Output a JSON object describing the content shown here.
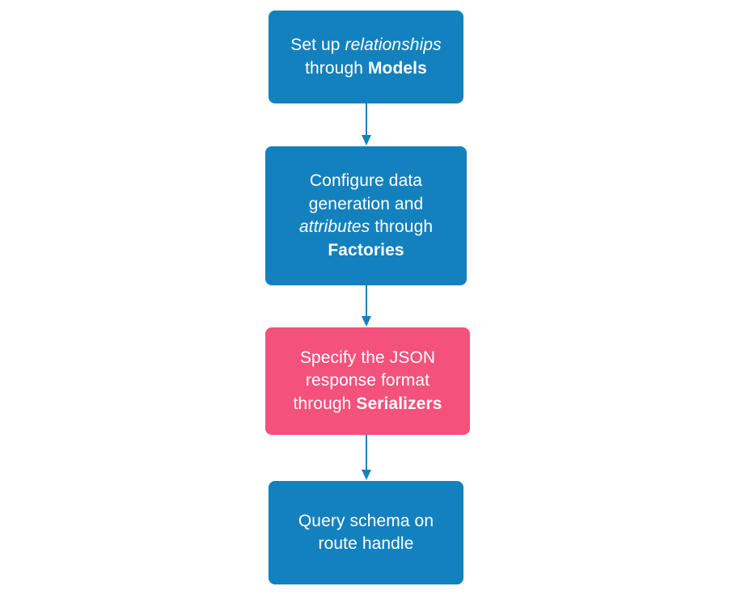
{
  "diagram": {
    "type": "flowchart",
    "orientation": "vertical-top-to-bottom",
    "background_color": "#ffffff",
    "colors": {
      "node_primary": "#1381be",
      "node_highlight": "#f4517c",
      "edge": "#1381be",
      "node_text": "#ffffff"
    },
    "nodes": [
      {
        "id": "models",
        "color": "#1381be",
        "lines": [
          [
            {
              "text": "Set up ",
              "style": "normal"
            },
            {
              "text": "relationships",
              "style": "italic"
            }
          ],
          [
            {
              "text": "through ",
              "style": "normal"
            },
            {
              "text": "Models",
              "style": "bold"
            }
          ]
        ],
        "plain_text": "Set up relationships through Models"
      },
      {
        "id": "factories",
        "color": "#1381be",
        "lines": [
          [
            {
              "text": "Configure data",
              "style": "normal"
            }
          ],
          [
            {
              "text": "generation and",
              "style": "normal"
            }
          ],
          [
            {
              "text": "attributes",
              "style": "italic"
            },
            {
              "text": " through",
              "style": "normal"
            }
          ],
          [
            {
              "text": "Factories",
              "style": "bold"
            }
          ]
        ],
        "plain_text": "Configure data generation and attributes through Factories"
      },
      {
        "id": "serializers",
        "color": "#f4517c",
        "lines": [
          [
            {
              "text": "Specify the JSON",
              "style": "normal"
            }
          ],
          [
            {
              "text": "response format",
              "style": "normal"
            }
          ],
          [
            {
              "text": "through ",
              "style": "normal"
            },
            {
              "text": "Serializers",
              "style": "bold"
            }
          ]
        ],
        "plain_text": "Specify the JSON response format through Serializers"
      },
      {
        "id": "route",
        "color": "#1381be",
        "lines": [
          [
            {
              "text": "Query schema on",
              "style": "normal"
            }
          ],
          [
            {
              "text": "route handle",
              "style": "normal"
            }
          ]
        ],
        "plain_text": "Query schema on route handle"
      }
    ],
    "edges": [
      {
        "id": "edge-models-factories",
        "from": "models",
        "to": "factories",
        "arrowhead": "triangle"
      },
      {
        "id": "edge-factories-serializers",
        "from": "factories",
        "to": "serializers",
        "arrowhead": "triangle"
      },
      {
        "id": "edge-serializers-route",
        "from": "serializers",
        "to": "route",
        "arrowhead": "triangle"
      }
    ]
  }
}
